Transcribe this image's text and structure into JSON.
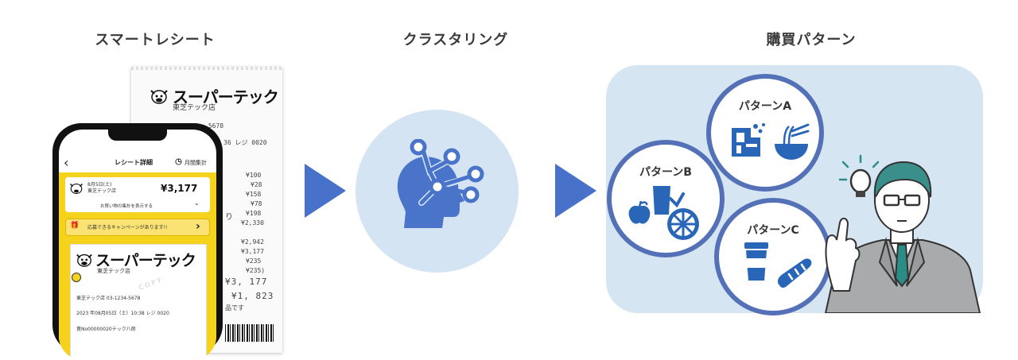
{
  "titles": {
    "smart_receipt": "スマートレシート",
    "clustering": "クラスタリング",
    "purchase_pattern": "購買パターン"
  },
  "receipt": {
    "brand": "スーパーテック",
    "store": "東芝テック店",
    "phone_suffix": "-5678",
    "reg": "36 レジ 0020",
    "price_lines": [
      "¥100",
      "¥28",
      "¥158",
      "¥78",
      "¥198",
      "¥2,330",
      "¥2,942",
      "¥3,177",
      "¥235",
      "¥235)",
      "¥3, 177",
      "¥1, 823"
    ],
    "tail_note": "品です",
    "fragment": "り"
  },
  "phone": {
    "header_title": "レシート詳細",
    "header_action": "月間集計",
    "date": "8月5日(土)",
    "store_small": "東芝テック店",
    "total": "¥3,177",
    "expand_label": "お買い物の集計を表示する",
    "campaign": "応募できるキャンペーンがあります!!",
    "brand": "スーパーテック",
    "store": "東芝テック店",
    "store_phone": "東芝テック店 03-1234-5678",
    "datetime": "2023 年08月05日（土）10:38 レジ 0020",
    "member": "責No00000020テック八郎",
    "watermark": "C O P Y"
  },
  "patterns": [
    {
      "label": "パターンA",
      "icons": [
        "cereal-box-icon",
        "noodle-bowl-icon"
      ]
    },
    {
      "label": "パターンB",
      "icons": [
        "apple-icon",
        "juice-icon",
        "orange-slice-icon"
      ]
    },
    {
      "label": "パターンC",
      "icons": [
        "coffee-cup-icon",
        "bread-icon"
      ]
    }
  ],
  "colors": {
    "arrow": "#4872c9",
    "panel_bg": "#d6e5f2",
    "circle_bg": "#d4e4f3",
    "head_icon": "#4a74c9",
    "bubble_border": "#5471b8",
    "phone_yellow": "#f5d21c"
  }
}
